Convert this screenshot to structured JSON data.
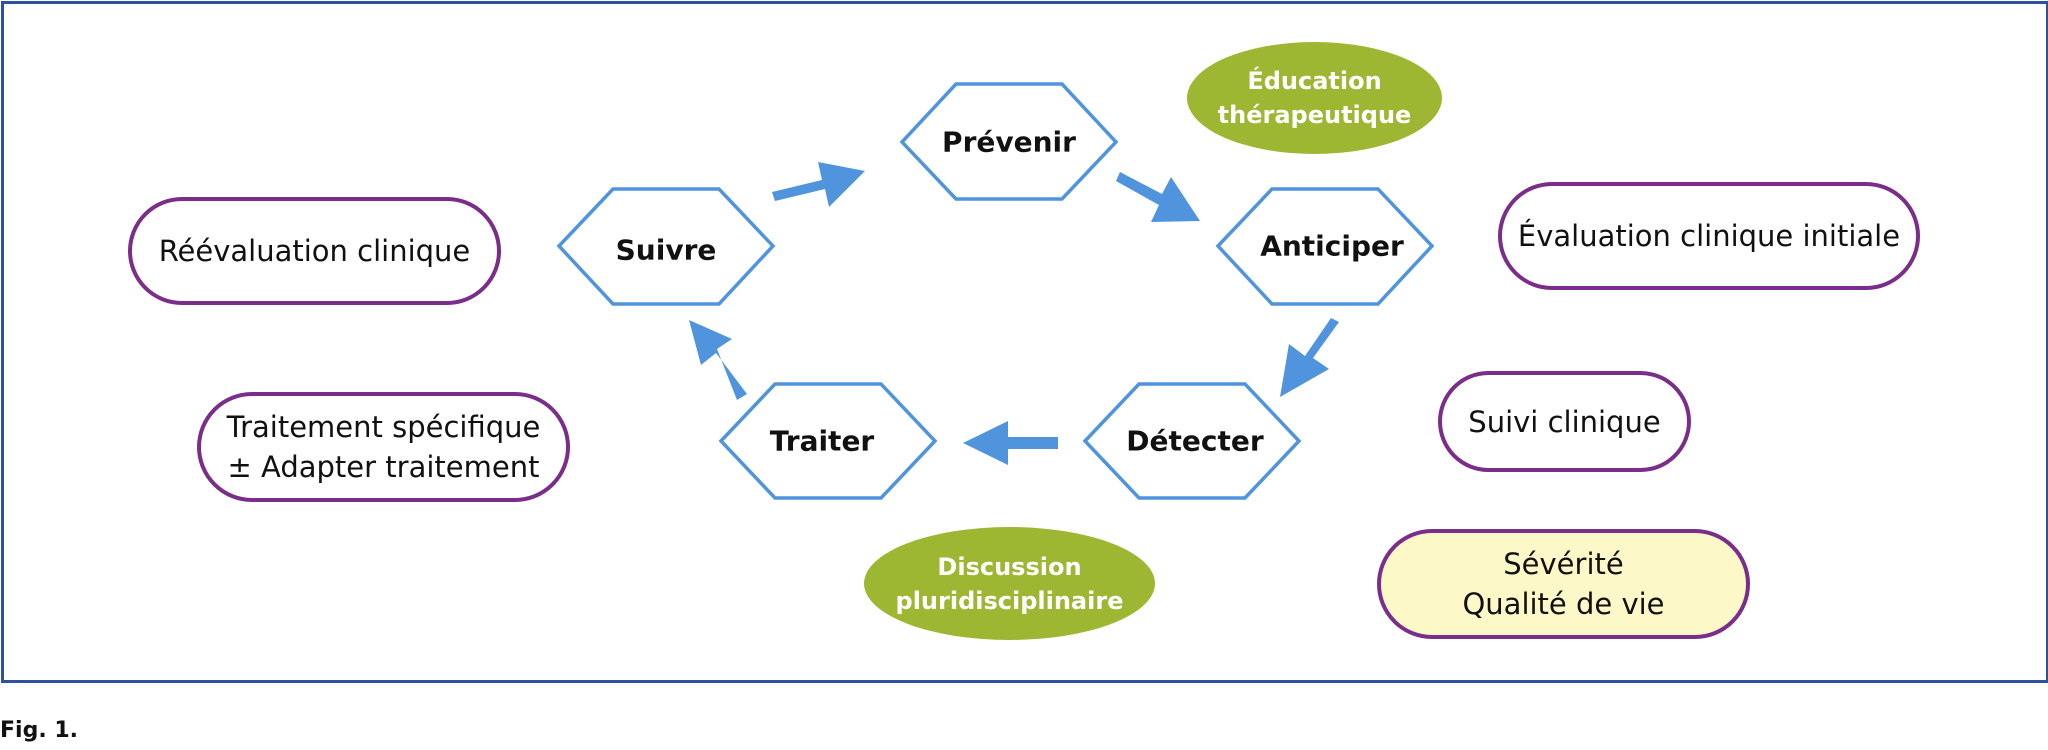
{
  "cycle_steps": [
    {
      "id": "prevenir",
      "label": "Prévenir"
    },
    {
      "id": "anticiper",
      "label": "Anticiper"
    },
    {
      "id": "detecter",
      "label": "Détecter"
    },
    {
      "id": "traiter",
      "label": "Traiter"
    },
    {
      "id": "suivre",
      "label": "Suivre"
    }
  ],
  "clinical_boxes": {
    "reevaluation": "Réévaluation clinique",
    "evaluation_initiale": "Évaluation clinique initiale",
    "traitement": "Traitement spécifique\n± Adapter traitement",
    "suivi": "Suivi clinique",
    "severite": "Sévérité\nQualité de vie"
  },
  "green_labels": {
    "education": "Éducation\nthérapeutique",
    "discussion": "Discussion\npluridisciplinaire"
  },
  "caption": "Fig. 1.",
  "colors": {
    "frame": "#2f4f9f",
    "hexagon_stroke": "#4f94dc",
    "arrow": "#4f94dc",
    "pill_border": "#7b2d8a",
    "green": "#9db733",
    "highlight_fill": "#fdf8c8"
  }
}
